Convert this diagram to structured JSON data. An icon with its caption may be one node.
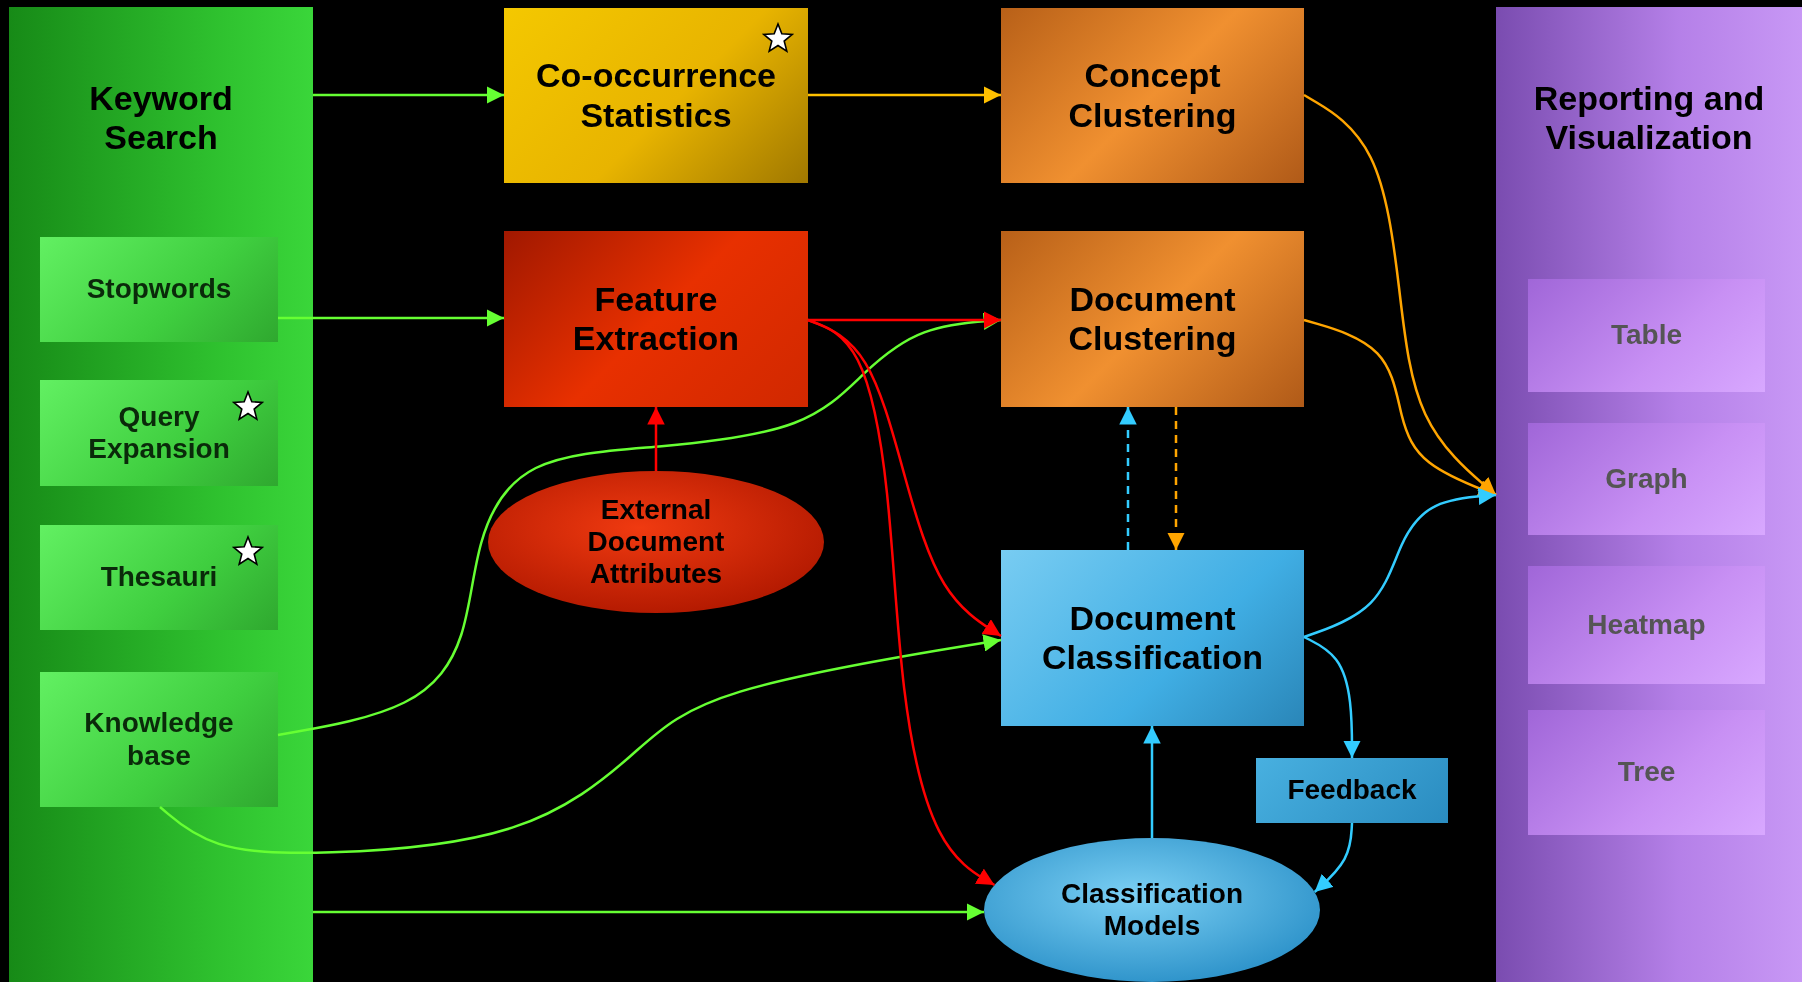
{
  "diagram": {
    "nodes": [
      {
        "text": [
          "Keyword Search"
        ]
      },
      {
        "text": [
          "Stopwords"
        ],
        "in": 0
      },
      {
        "text": [
          "Query Expansion"
        ],
        "in": 0
      },
      {
        "text": [
          "Thesauri"
        ],
        "in": 0
      },
      {
        "text": [
          "Knowledge base"
        ],
        "in": 0
      },
      {
        "text": [
          "Co-occurrence Statistics"
        ]
      },
      {
        "text": [
          "Feature Extraction"
        ]
      },
      {
        "text": [
          "External Document Attributes"
        ]
      },
      {
        "text": [
          "Concept Clustering"
        ]
      },
      {
        "text": [
          "Document Clustering"
        ]
      },
      {
        "text": [
          "Document Classification"
        ]
      },
      {
        "text": [
          "Feedback"
        ]
      },
      {
        "text": [
          "Classification Models"
        ]
      },
      {
        "text": [
          "Reporting and Visualization"
        ]
      },
      {
        "text": [
          "Table"
        ],
        "in": 13
      },
      {
        "text": [
          "Graph"
        ],
        "in": 13
      },
      {
        "text": [
          "Heatmap"
        ],
        "in": 13
      },
      {
        "text": [
          "Tree"
        ],
        "in": 13
      }
    ],
    "edges": [
      {
        "from": 0,
        "to": 5,
        "arrow": "to",
        "color": "#66ff33"
      },
      {
        "from": 1,
        "to": 6,
        "arrow": "to",
        "color": "#66ff33"
      },
      {
        "from": 4,
        "to": 9,
        "arrow": "to",
        "color": "#66ff33"
      },
      {
        "from": 4,
        "to": 10,
        "arrow": "to",
        "color": "#66ff33"
      },
      {
        "from": 0,
        "to": 12,
        "arrow": "to",
        "color": "#66ff33"
      },
      {
        "from": 5,
        "to": 8,
        "arrow": "to",
        "color": "#ffc000"
      },
      {
        "from": 6,
        "to": 9,
        "arrow": "to",
        "color": "#ff0000"
      },
      {
        "from": 6,
        "to": 10,
        "arrow": "to",
        "color": "#ff0000"
      },
      {
        "from": 6,
        "to": 12,
        "arrow": "to",
        "color": "#ff0000"
      },
      {
        "from": 7,
        "to": 6,
        "arrow": "to",
        "color": "#ff0000"
      },
      {
        "from": 10,
        "to": 9,
        "arrow": "to",
        "style": "dashed",
        "color": "#33ccff"
      },
      {
        "from": 9,
        "to": 10,
        "arrow": "to",
        "style": "dashed",
        "color": "#ffa500"
      },
      {
        "from": 8,
        "to": 13,
        "arrow": "to",
        "color": "#ffa500"
      },
      {
        "from": 9,
        "to": 13,
        "arrow": "to",
        "color": "#ffa500"
      },
      {
        "from": 10,
        "to": 13,
        "arrow": "to",
        "color": "#33ccff"
      },
      {
        "from": 10,
        "to": 11,
        "arrow": "to",
        "color": "#33ccff"
      },
      {
        "from": 11,
        "to": 12,
        "arrow": "to",
        "color": "#33ccff"
      },
      {
        "from": 12,
        "to": 10,
        "arrow": "to",
        "color": "#33ccff"
      }
    ]
  }
}
